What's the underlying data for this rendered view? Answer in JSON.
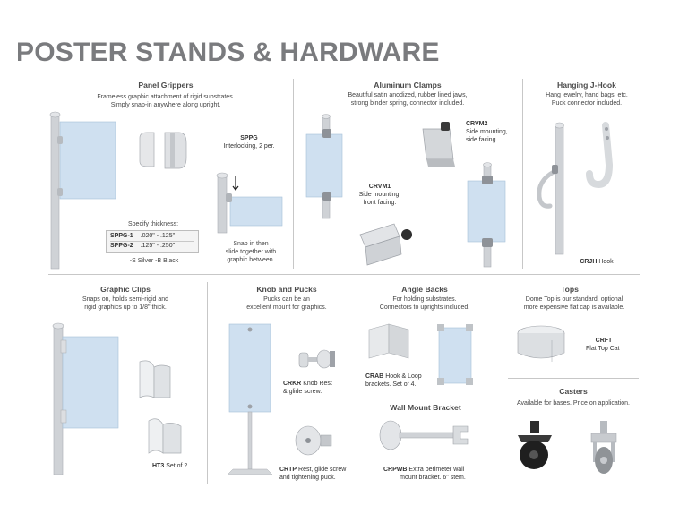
{
  "title": "POSTER STANDS & HARDWARE",
  "panel_grippers": {
    "heading": "Panel Grippers",
    "desc1": "Frameless graphic attachment of rigid substrates.",
    "desc2": "Simply snap-in anywhere along upright.",
    "sppg_code": "SPPG",
    "sppg_desc": "Interlocking, 2 per.",
    "specify": "Specify thickness:",
    "rows": [
      {
        "code": "SPPG-1",
        "range": ".020\" - .125\""
      },
      {
        "code": "SPPG-2",
        "range": ".125\" - .250\""
      }
    ],
    "finish": "-S Silver   -B Black",
    "snap1": "Snap in then",
    "snap2": "slide together with",
    "snap3": "graphic between."
  },
  "aluminum_clamps": {
    "heading": "Aluminum Clamps",
    "desc1": "Beautiful satin anodized, rubber lined jaws,",
    "desc2": "strong binder spring, connector included.",
    "crvm2": "CRVM2",
    "crvm2_d1": "Side mounting,",
    "crvm2_d2": "side facing.",
    "crvm1": "CRVM1",
    "crvm1_d1": "Side mounting,",
    "crvm1_d2": "front facing."
  },
  "hanging_jhook": {
    "heading": "Hanging J-Hook",
    "desc1": "Hang jewelry, hand bags, etc.",
    "desc2": "Puck connector included.",
    "code": "CRJH",
    "label": "Hook"
  },
  "graphic_clips": {
    "heading": "Graphic Clips",
    "desc1": "Snaps on, holds semi-rigid and",
    "desc2": "rigid graphics up to 1/8\" thick.",
    "code": "HT3",
    "label": "Set of 2"
  },
  "knob_pucks": {
    "heading": "Knob and Pucks",
    "desc1": "Pucks can be an",
    "desc2": "excellent mount for graphics.",
    "crkr": "CRKR",
    "crkr_d1": "Knob Rest",
    "crkr_d2": "& glide screw.",
    "crtp": "CRTP",
    "crtp_d1": "Rest, glide screw",
    "crtp_d2": "and tightening puck."
  },
  "angle_backs": {
    "heading": "Angle Backs",
    "desc1": "For holding substrates.",
    "desc2": "Connectors to uprights included.",
    "code": "CRAB",
    "d1": "Hook & Loop",
    "d2": "brackets. Set of 4."
  },
  "wall_mount": {
    "heading": "Wall Mount Bracket",
    "code": "CRPWB",
    "d1": "Extra perimeter wall",
    "d2": "mount bracket. 6\" stem."
  },
  "tops": {
    "heading": "Tops",
    "desc1": "Dome Top is our standard, optional",
    "desc2": "more expensive flat cap is available.",
    "code": "CRFT",
    "label": "Flat Top Cat"
  },
  "casters": {
    "heading": "Casters",
    "desc": "Available for bases. Price on application."
  },
  "colors": {
    "title": "#7a7b7e",
    "graphic_panel": "#cfe0f0",
    "metal": "#c9ccd0"
  }
}
